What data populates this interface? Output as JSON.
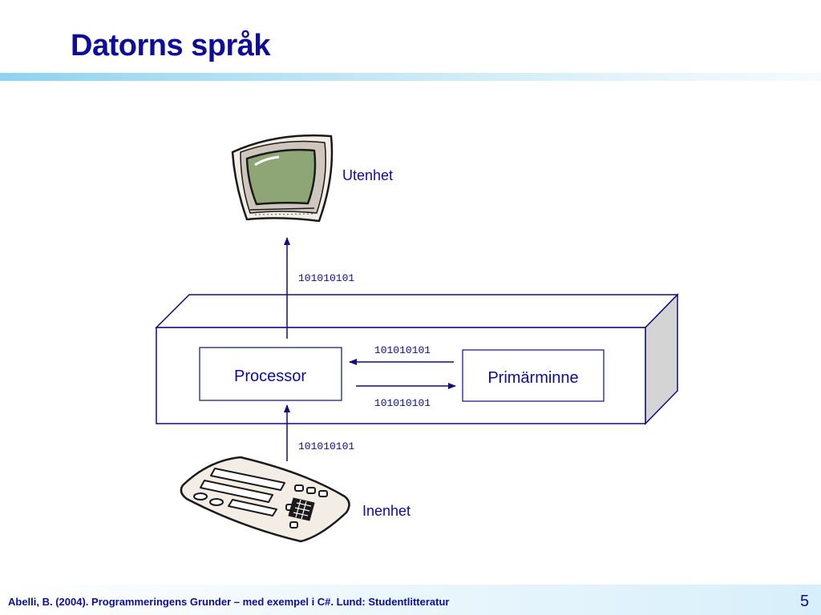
{
  "slide": {
    "title": "Datorns språk",
    "footer": "Abelli, B. (2004). Programmeringens Grunder – med exempel i C#. Lund: Studentlitteratur",
    "page_number": "5"
  },
  "diagram": {
    "processor_label": "Processor",
    "memory_label": "Primärminne",
    "output_label": "Utenhet",
    "input_label": "Inenhet",
    "bits_to_output": "101010101",
    "bits_memory_to_processor": "101010101",
    "bits_processor_to_memory": "101010101",
    "bits_from_input": "101010101",
    "output_icon": "monitor-icon",
    "input_icon": "keyboard-icon"
  },
  "colors": {
    "title": "#0d0d99",
    "lines": "#0d0d80",
    "box_side": "#d4d4d4"
  }
}
